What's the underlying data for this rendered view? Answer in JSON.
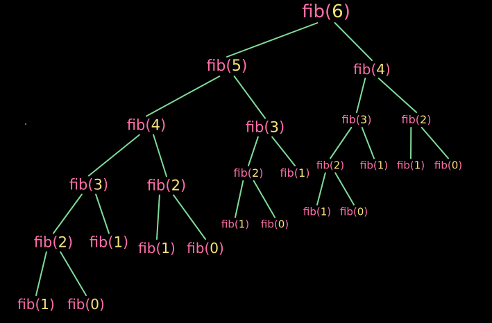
{
  "tree": {
    "line_color": "#7fdc9a",
    "func_color": "#ff6fa8",
    "arg_color": "#f6e27a",
    "nodes": [
      {
        "id": "n1",
        "func": "fib",
        "arg": "6"
      },
      {
        "id": "n2",
        "func": "fib",
        "arg": "5"
      },
      {
        "id": "n3",
        "func": "fib",
        "arg": "4"
      },
      {
        "id": "n4",
        "func": "fib",
        "arg": "4"
      },
      {
        "id": "n5",
        "func": "fib",
        "arg": "3"
      },
      {
        "id": "n6",
        "func": "fib",
        "arg": "3"
      },
      {
        "id": "n7",
        "func": "fib",
        "arg": "2"
      },
      {
        "id": "n8",
        "func": "fib",
        "arg": "3"
      },
      {
        "id": "n9",
        "func": "fib",
        "arg": "2"
      },
      {
        "id": "n10",
        "func": "fib",
        "arg": "2"
      },
      {
        "id": "n11",
        "func": "fib",
        "arg": "1"
      },
      {
        "id": "n12",
        "func": "fib",
        "arg": "2"
      },
      {
        "id": "n13",
        "func": "fib",
        "arg": "1"
      },
      {
        "id": "n14",
        "func": "fib",
        "arg": "1"
      },
      {
        "id": "n15",
        "func": "fib",
        "arg": "0"
      },
      {
        "id": "n16",
        "func": "fib",
        "arg": "2"
      },
      {
        "id": "n17",
        "func": "fib",
        "arg": "1"
      },
      {
        "id": "n18",
        "func": "fib",
        "arg": "1"
      },
      {
        "id": "n19",
        "func": "fib",
        "arg": "0"
      },
      {
        "id": "n20",
        "func": "fib",
        "arg": "1"
      },
      {
        "id": "n21",
        "func": "fib",
        "arg": "0"
      },
      {
        "id": "n22",
        "func": "fib",
        "arg": "1"
      },
      {
        "id": "n23",
        "func": "fib",
        "arg": "0"
      },
      {
        "id": "n24",
        "func": "fib",
        "arg": "1"
      },
      {
        "id": "n25",
        "func": "fib",
        "arg": "0"
      }
    ],
    "edges": [
      [
        "n1",
        "n2"
      ],
      [
        "n1",
        "n3"
      ],
      [
        "n2",
        "n4"
      ],
      [
        "n2",
        "n5"
      ],
      [
        "n3",
        "n6"
      ],
      [
        "n3",
        "n7"
      ],
      [
        "n4",
        "n8"
      ],
      [
        "n4",
        "n9"
      ],
      [
        "n5",
        "n10"
      ],
      [
        "n5",
        "n11"
      ],
      [
        "n6",
        "n12"
      ],
      [
        "n6",
        "n13"
      ],
      [
        "n7",
        "n14"
      ],
      [
        "n7",
        "n15"
      ],
      [
        "n8",
        "n16"
      ],
      [
        "n8",
        "n17"
      ],
      [
        "n9",
        "n18"
      ],
      [
        "n9",
        "n19"
      ],
      [
        "n10",
        "n20"
      ],
      [
        "n10",
        "n21"
      ],
      [
        "n12",
        "n22"
      ],
      [
        "n12",
        "n23"
      ],
      [
        "n16",
        "n24"
      ],
      [
        "n16",
        "n25"
      ]
    ]
  }
}
